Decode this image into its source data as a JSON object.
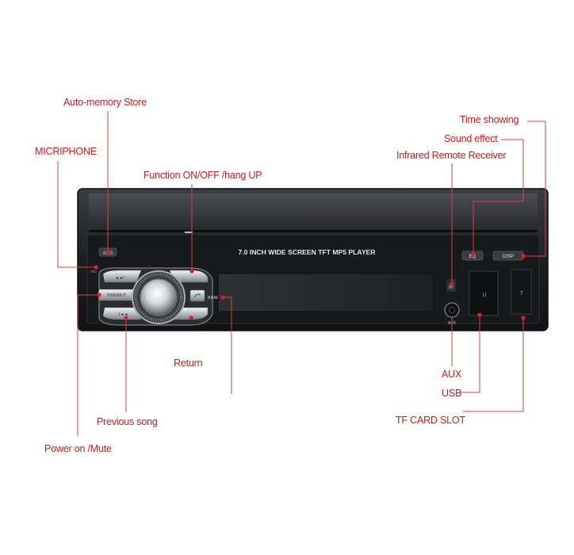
{
  "device": {
    "model_text": "7.0 INCH WIDE SCREEN TFT  MP5  PLAYER",
    "buttons": {
      "ams": "AMS",
      "mic": "MIC",
      "pwr_mut": "PWR/MUT",
      "band": "BAND",
      "eq": "EQ",
      "disp": "DISP",
      "ir": "IR",
      "aux": "AUX",
      "usb": "U",
      "tf": "T"
    }
  },
  "callouts": {
    "auto_memory_store": "Auto-memory Store",
    "microphone": "MICRIPHONE",
    "function_on_off": "Function ON/OFF /hang UP",
    "time_showing": "Time showing",
    "sound_effect": "Sound effect",
    "infrared_receiver": "Infrared Remote Receiver",
    "return": "Return",
    "previous_song": "Previous song",
    "power_mute": "Power on /Mute",
    "aux": "AUX",
    "usb": "USB",
    "tf_card_slot": "TF CARD SLOT"
  },
  "colors": {
    "callout_text": "#cc1a1a",
    "lead_line": "#d94040",
    "panel": "#1b1d21",
    "screen": "#26282c"
  }
}
